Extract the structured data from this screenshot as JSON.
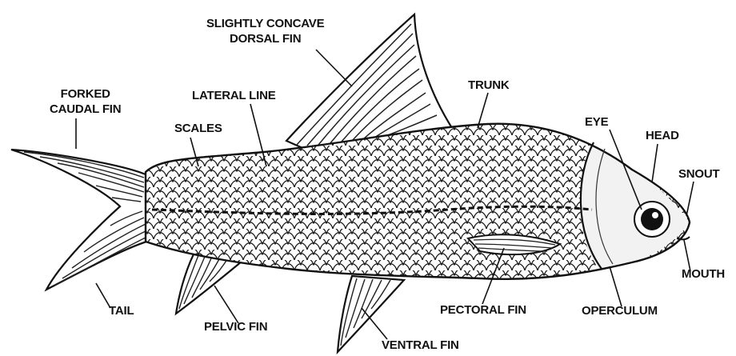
{
  "diagram": {
    "labels": {
      "dorsal_fin": [
        "SLIGHTLY CONCAVE",
        "DORSAL FIN"
      ],
      "caudal_fin": [
        "FORKED",
        "CAUDAL FIN"
      ],
      "lateral_line": "LATERAL LINE",
      "trunk": "TRUNK",
      "scales": "SCALES",
      "eye": "EYE",
      "head": "HEAD",
      "snout": "SNOUT",
      "mouth": "MOUTH",
      "tail": "TAIL",
      "pelvic_fin": "PELVIC FIN",
      "pectoral_fin": "PECTORAL FIN",
      "operculum": "OPERCULUM",
      "ventral_fin": "VENTRAL FIN"
    }
  }
}
